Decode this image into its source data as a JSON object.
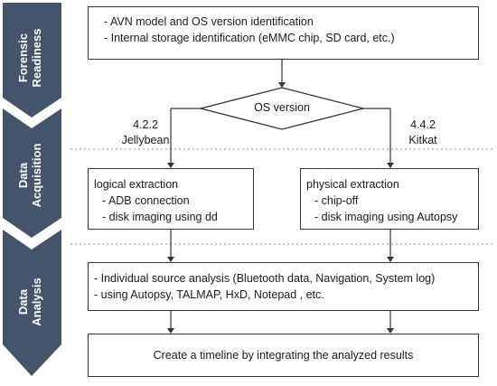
{
  "phases": [
    {
      "line1": "Forensic",
      "line2": "Readiness"
    },
    {
      "line1": "Data",
      "line2": "Acquisition"
    },
    {
      "line1": "Data",
      "line2": "Analysis"
    }
  ],
  "readiness_box": {
    "line1": "- AVN model and OS version identification",
    "line2": "- Internal storage identification (eMMC chip, SD card, etc.)"
  },
  "decision": {
    "label": "OS version"
  },
  "branch_left": {
    "version": "4.2.2",
    "name": "Jellybean"
  },
  "branch_right": {
    "version": "4.4.2",
    "name": "Kitkat"
  },
  "logical_box": {
    "title": "logical extraction",
    "item1": "- ADB connection",
    "item2": "- disk imaging using dd"
  },
  "physical_box": {
    "title": "physical extraction",
    "item1": "- chip-off",
    "item2": "- disk imaging using Autopsy"
  },
  "analysis_box": {
    "line1": "- Individual source analysis (Bluetooth data, Navigation, System log)",
    "line2": "- using Autopsy, TALMAP, HxD, Notepad , etc."
  },
  "timeline_box": {
    "label": "Create a timeline by integrating the analyzed results"
  },
  "colors": {
    "phase_fill": "#44546a",
    "stroke": "#333333",
    "divider": "#888888"
  }
}
